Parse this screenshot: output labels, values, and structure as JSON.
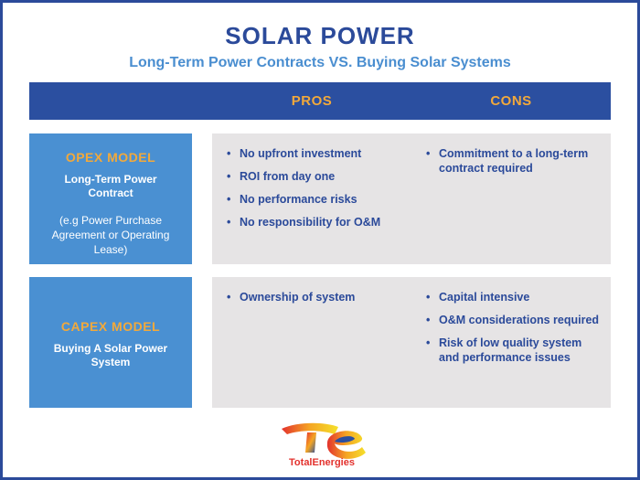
{
  "title": "SOLAR POWER",
  "subtitle": "Long-Term Power Contracts VS. Buying Solar Systems",
  "header": {
    "pros": "PROS",
    "cons": "CONS"
  },
  "rows": [
    {
      "model": "OPEX MODEL",
      "description": "Long-Term Power Contract",
      "note": "(e.g Power Purchase Agreement or Operating Lease)",
      "pros": [
        "No upfront investment",
        "ROI from day one",
        "No performance risks",
        "No responsibility for O&M"
      ],
      "cons": [
        "Commitment to a long-term contract required"
      ]
    },
    {
      "model": "CAPEX MODEL",
      "description": "Buying A Solar Power System",
      "pros": [
        "Ownership of system"
      ],
      "cons": [
        "Capital intensive",
        "O&M considerations required",
        "Risk of low quality system and performance issues"
      ]
    }
  ],
  "brand": {
    "name": "TotalEnergies",
    "logo_icon": "totalenergies-logo-icon"
  },
  "colors": {
    "navy": "#2b4a9a",
    "orange": "#f2a93b",
    "blue": "#4a90d2",
    "gray": "#e6e4e5"
  }
}
